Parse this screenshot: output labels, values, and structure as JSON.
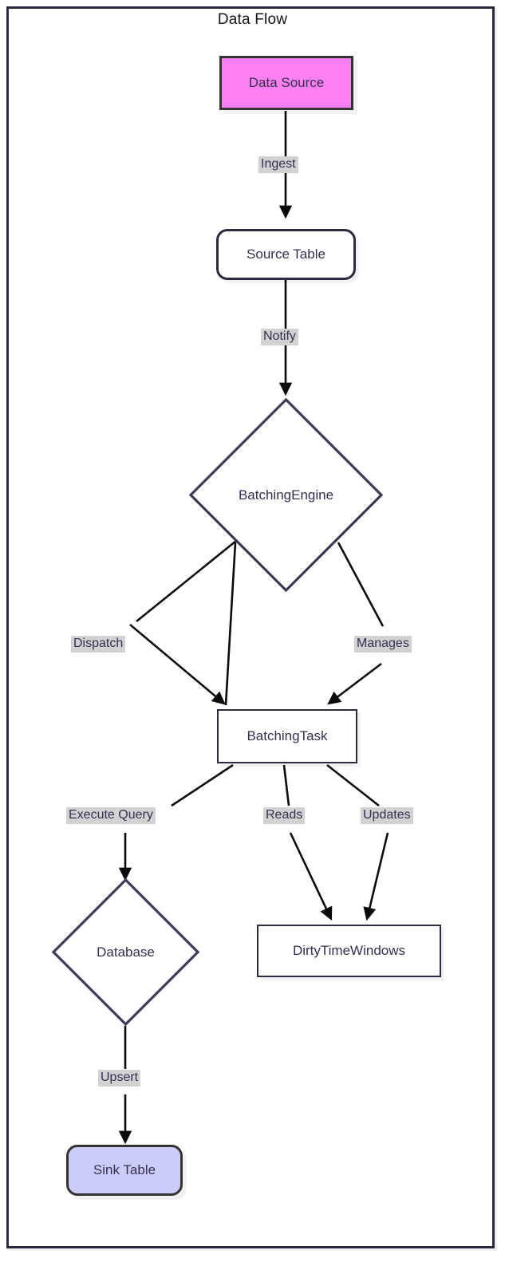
{
  "diagram": {
    "title": "Data Flow",
    "type": "flowchart",
    "direction": "top-down",
    "frame_border_color": "#2b2b40",
    "background": "#ffffff",
    "nodes": [
      {
        "id": "data_source",
        "label": "Data Source",
        "shape": "rect",
        "fill": "#ff80f0",
        "stroke": "#333333"
      },
      {
        "id": "source_table",
        "label": "Source Table",
        "shape": "rounded-rect",
        "fill": "#ffffff",
        "stroke": "#2b2b40"
      },
      {
        "id": "batching_engine",
        "label": "BatchingEngine",
        "shape": "diamond",
        "fill": "#ffffff",
        "stroke": "#3c3a55"
      },
      {
        "id": "batching_task",
        "label": "BatchingTask",
        "shape": "rect",
        "fill": "#ffffff",
        "stroke": "#3c3a55"
      },
      {
        "id": "database",
        "label": "Database",
        "shape": "diamond",
        "fill": "#ffffff",
        "stroke": "#3c3a55"
      },
      {
        "id": "dirty_time_windows",
        "label": "DirtyTimeWindows",
        "shape": "rect",
        "fill": "#ffffff",
        "stroke": "#3c3a55"
      },
      {
        "id": "sink_table",
        "label": "Sink Table",
        "shape": "rounded-rect",
        "fill": "#ccccf9",
        "stroke": "#333333"
      }
    ],
    "edges": [
      {
        "id": "e1",
        "from": "data_source",
        "to": "source_table",
        "label": "Ingest"
      },
      {
        "id": "e2",
        "from": "source_table",
        "to": "batching_engine",
        "label": "Notify"
      },
      {
        "id": "e3",
        "from": "batching_engine",
        "to": "batching_task",
        "label": "Dispatch"
      },
      {
        "id": "e4",
        "from": "batching_engine",
        "to": "batching_task",
        "label": "Manages"
      },
      {
        "id": "e5",
        "from": "batching_task",
        "to": "database",
        "label": "Execute Query"
      },
      {
        "id": "e6",
        "from": "batching_task",
        "to": "dirty_time_windows",
        "label": "Reads"
      },
      {
        "id": "e7",
        "from": "batching_task",
        "to": "dirty_time_windows",
        "label": "Updates"
      },
      {
        "id": "e8",
        "from": "database",
        "to": "sink_table",
        "label": "Upsert"
      }
    ],
    "edge_label_bg": "#d2d2d2",
    "text_color": "#343050"
  }
}
